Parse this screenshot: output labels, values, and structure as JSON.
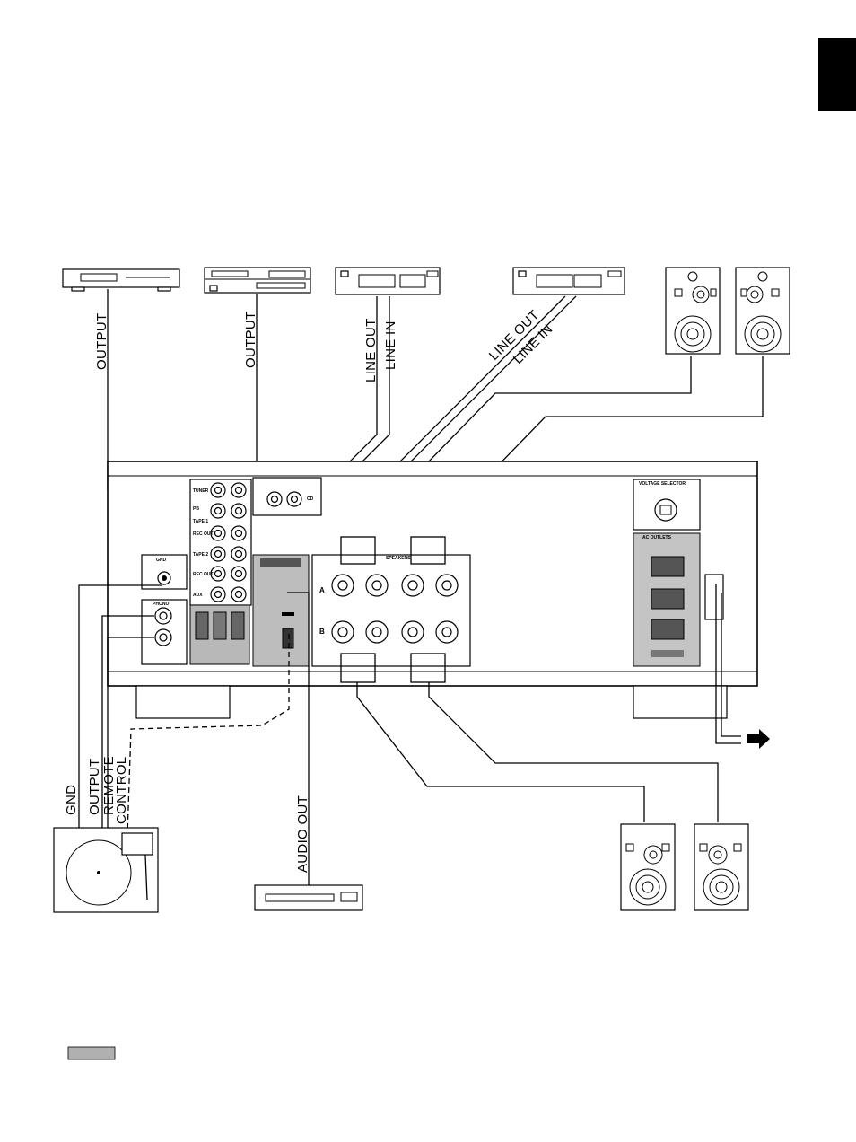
{
  "labels": {
    "tuner_output": "OUTPUT",
    "cd_output": "OUTPUT",
    "deck1_line_out": "LINE OUT",
    "deck1_line_in": "LINE IN",
    "deck2_line_out": "LINE OUT",
    "deck2_line_in": "LINE IN",
    "gnd": "GND",
    "phono_output": "OUTPUT",
    "remote": "REMOTE",
    "control": "CONTROL",
    "audio_out": "AUDIO OUT"
  },
  "panel": {
    "tuner": "TUNER",
    "cd": "CD",
    "tape1": "TAPE 1",
    "tape2": "TAPE 2",
    "pb": "PB",
    "rec_out": "REC OUT",
    "aux": "AUX",
    "gnd": "GND",
    "phono": "PHONO",
    "voltage_selector": "VOLTAGE SELECTOR",
    "ac_outlets": "AC OUTLETS",
    "speakers": "SPEAKERS",
    "row_a": "A",
    "row_b": "B",
    "plus": "+",
    "minus": "−"
  }
}
